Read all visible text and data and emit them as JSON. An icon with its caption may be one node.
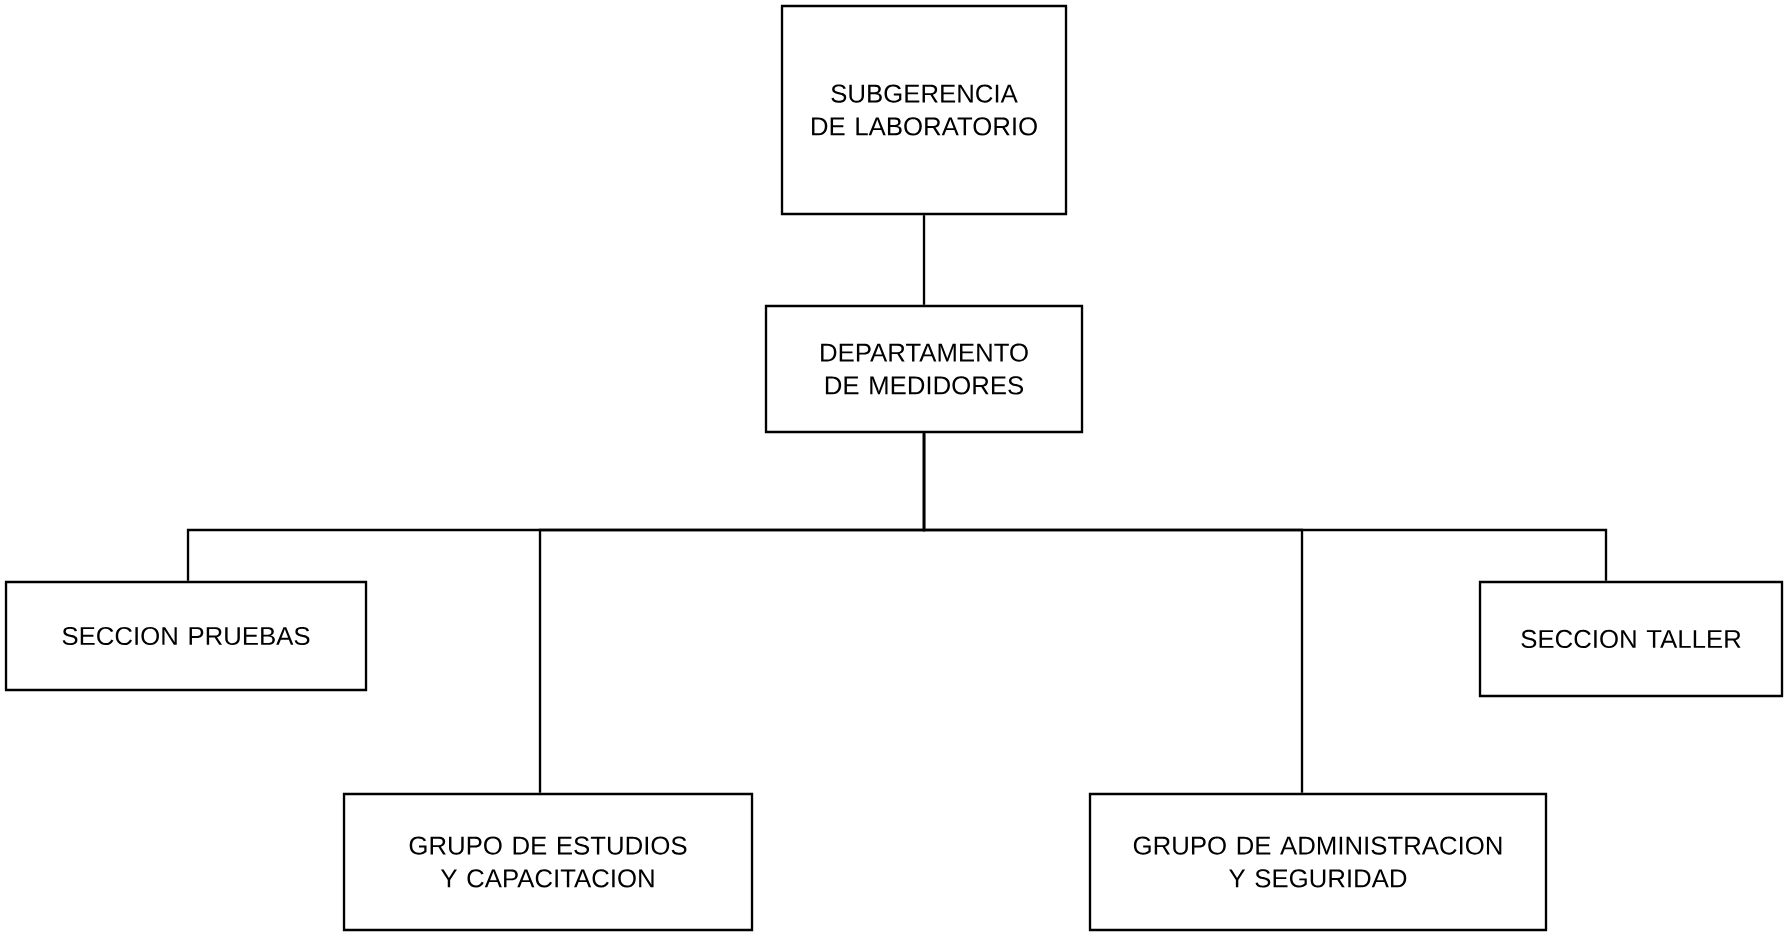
{
  "diagram": {
    "nodes": [
      {
        "text": [
          "SUBGERENCIA DE LABORATORIO"
        ]
      },
      {
        "text": [
          "DEPARTAMENTO DE MEDIDORES"
        ]
      },
      {
        "text": [
          "SECCION PRUEBAS"
        ]
      },
      {
        "text": [
          "GRUPO DE ESTUDIOS Y CAPACITACION"
        ]
      },
      {
        "text": [
          "GRUPO DE ADMINISTRACION Y SEGURIDAD"
        ]
      },
      {
        "text": [
          "SECCION TALLER"
        ]
      }
    ],
    "edges": [
      {
        "from": 0,
        "to": 1,
        "arrow": "none"
      },
      {
        "from": 1,
        "to": 2,
        "arrow": "none"
      },
      {
        "from": 1,
        "to": 3,
        "arrow": "none"
      },
      {
        "from": 1,
        "to": 4,
        "arrow": "none"
      },
      {
        "from": 1,
        "to": 5,
        "arrow": "none"
      }
    ]
  }
}
